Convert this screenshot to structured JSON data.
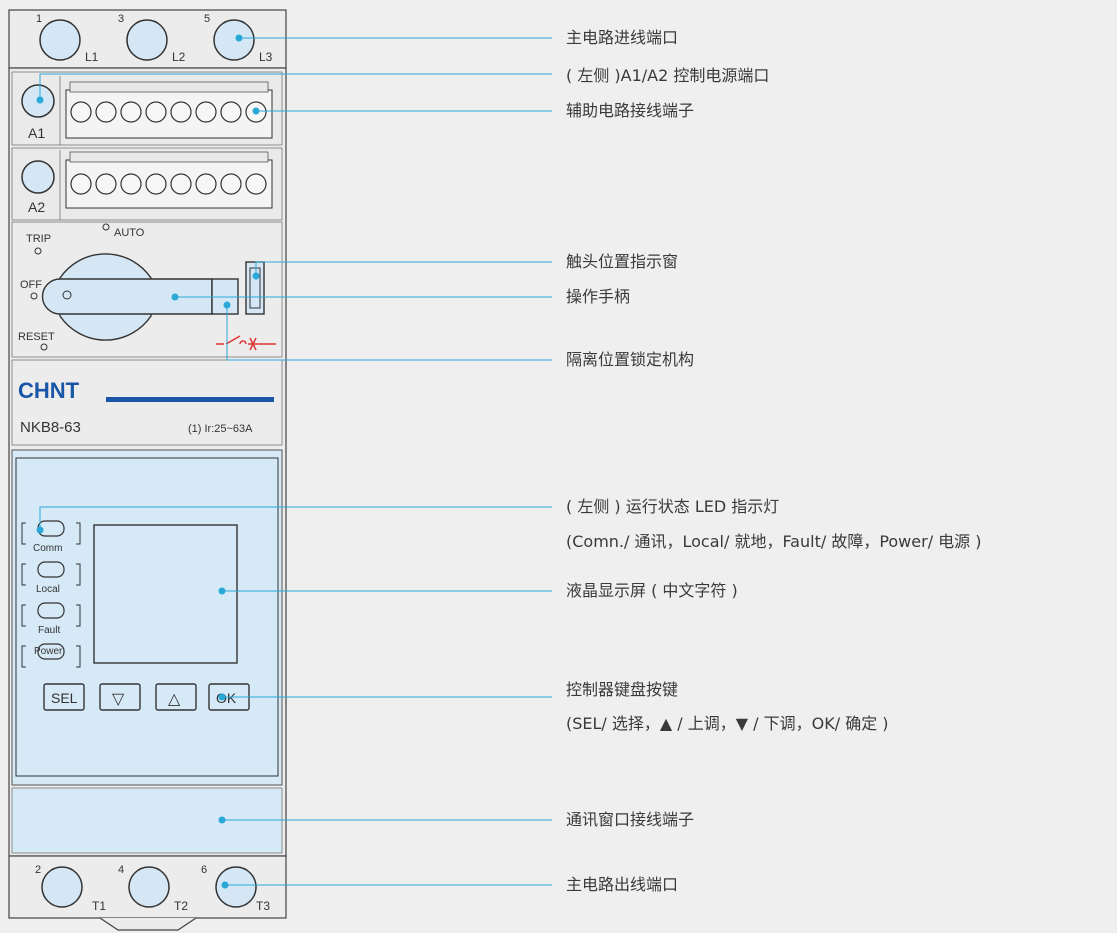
{
  "terminals_top": [
    {
      "num": "1",
      "label": "L1"
    },
    {
      "num": "3",
      "label": "L2"
    },
    {
      "num": "5",
      "label": "L3"
    }
  ],
  "terminals_bottom": [
    {
      "num": "2",
      "label": "T1"
    },
    {
      "num": "4",
      "label": "T2"
    },
    {
      "num": "6",
      "label": "T3"
    }
  ],
  "control_terminals": {
    "a1": "A1",
    "a2": "A2"
  },
  "switch_positions": {
    "trip": "TRIP",
    "auto": "AUTO",
    "off": "OFF",
    "reset": "RESET"
  },
  "brand": {
    "logo": "CHNT",
    "model": "NKB8-63",
    "rating": "(1)  Ir:25~63A",
    "accent_color": "#1a56a8"
  },
  "leds": [
    "Comm",
    "Local",
    "Fault",
    "Power"
  ],
  "keys": [
    "SEL",
    "▽",
    "△",
    "OK"
  ],
  "colors": {
    "callout_line": "#2aa8d8",
    "panel": "#d6e9f7",
    "background": "#efefef"
  },
  "callouts": [
    {
      "id": "main-in",
      "lines": [
        "主电路进线端口"
      ]
    },
    {
      "id": "ctrl-power",
      "lines": [
        "( 左侧 )A1/A2 控制电源端口"
      ]
    },
    {
      "id": "aux",
      "lines": [
        "辅助电路接线端子"
      ]
    },
    {
      "id": "contact-window",
      "lines": [
        "触头位置指示窗"
      ]
    },
    {
      "id": "handle",
      "lines": [
        "操作手柄"
      ]
    },
    {
      "id": "lock",
      "lines": [
        "隔离位置锁定机构"
      ]
    },
    {
      "id": "led",
      "lines": [
        "( 左侧 ) 运行状态 LED 指示灯",
        "(Comn./ 通讯，Local/ 就地，Fault/ 故障，Power/ 电源 )"
      ]
    },
    {
      "id": "lcd",
      "lines": [
        "液晶显示屏 ( 中文字符 )"
      ]
    },
    {
      "id": "keypad",
      "lines": [
        "控制器键盘按键",
        "(SEL/ 选择，▲ / 上调，▼ / 下调，OK/ 确定 )"
      ]
    },
    {
      "id": "comm-port",
      "lines": [
        "通讯窗口接线端子"
      ]
    },
    {
      "id": "main-out",
      "lines": [
        "主电路出线端口"
      ]
    }
  ]
}
